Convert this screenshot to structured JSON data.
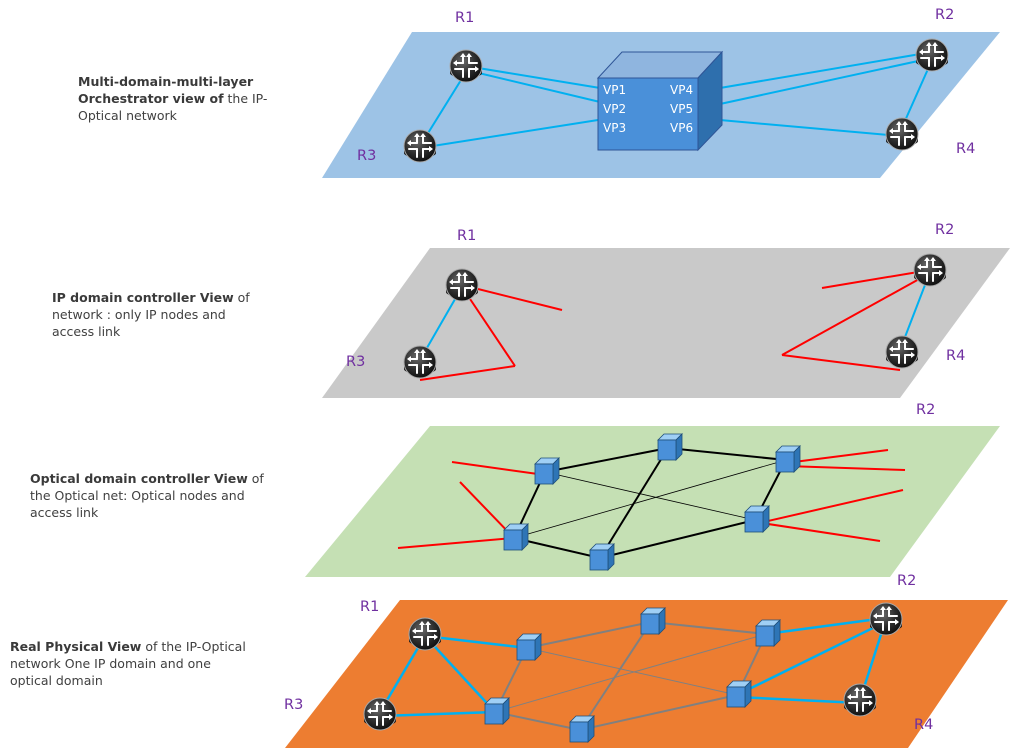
{
  "layers": [
    {
      "bold": "Multi-domain-multi-layer Orchestrator  view of",
      "rest": " the IP-Optical network"
    },
    {
      "bold": "IP domain controller View",
      "rest": " of network : only IP nodes and access link"
    },
    {
      "bold": "Optical domain controller View",
      "rest": " of the  Optical net: Optical nodes and access link"
    },
    {
      "bold": "Real Physical View",
      "rest": " of the IP-Optical network  One IP domain and one optical domain"
    }
  ],
  "vp_labels": [
    "VP1",
    "VP2",
    "VP3",
    "VP4",
    "VP5",
    "VP6"
  ],
  "router_labels": {
    "l1": [
      "R1",
      "R2",
      "R3",
      "R4"
    ],
    "l2": [
      "R1",
      "R2",
      "R3",
      "R4"
    ],
    "l3": [
      "R2"
    ],
    "l4": [
      "R1",
      "R2",
      "R3",
      "R4"
    ]
  },
  "colors": {
    "orchestrator_plane": "#9dc3e6",
    "ip_plane": "#c9c9c9",
    "optical_plane": "#c5e0b4",
    "physical_plane": "#ed7d31",
    "access_link": "#00b0f0",
    "optical_access": "#ff0000",
    "optical_link": "#000000",
    "node_fill": "#4a90d9",
    "label": "#7030a0"
  }
}
